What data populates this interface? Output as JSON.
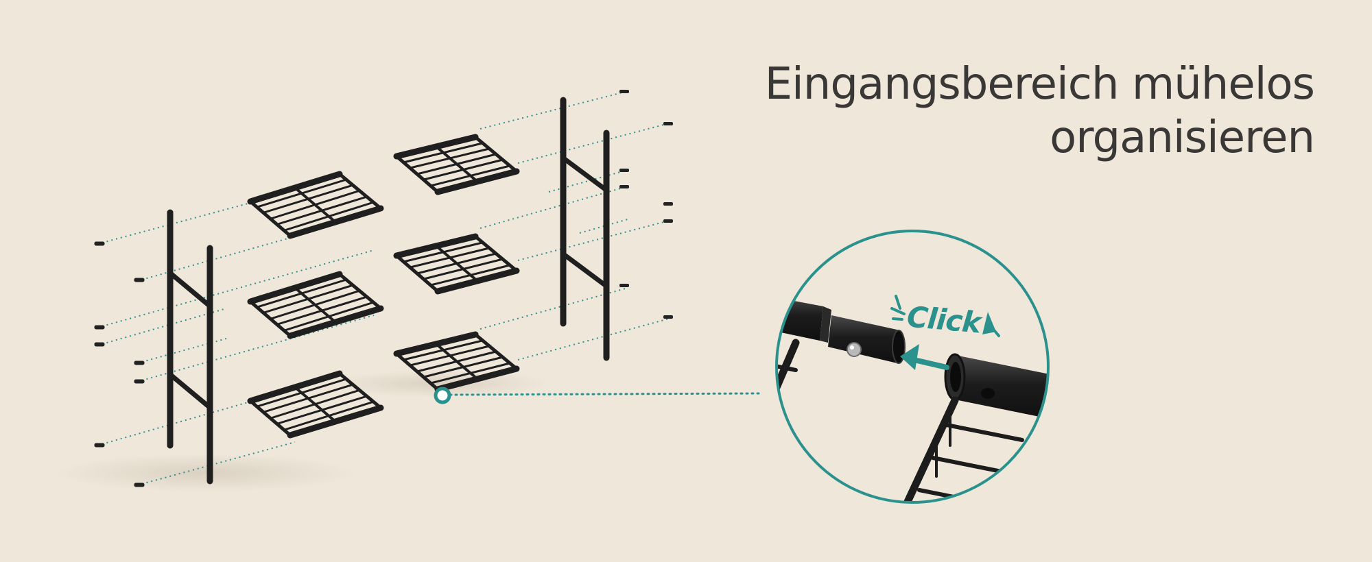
{
  "headline": {
    "line1": "Eingangsbereich mühelos",
    "line2": "organisieren"
  },
  "detail": {
    "click_text": "Click",
    "accent_color": "#2a918d"
  },
  "colors": {
    "background": "#efe7da",
    "metal": "#262626",
    "text": "#3a3836"
  },
  "icons": [
    "arrow-left-icon",
    "click-burst-icon"
  ]
}
